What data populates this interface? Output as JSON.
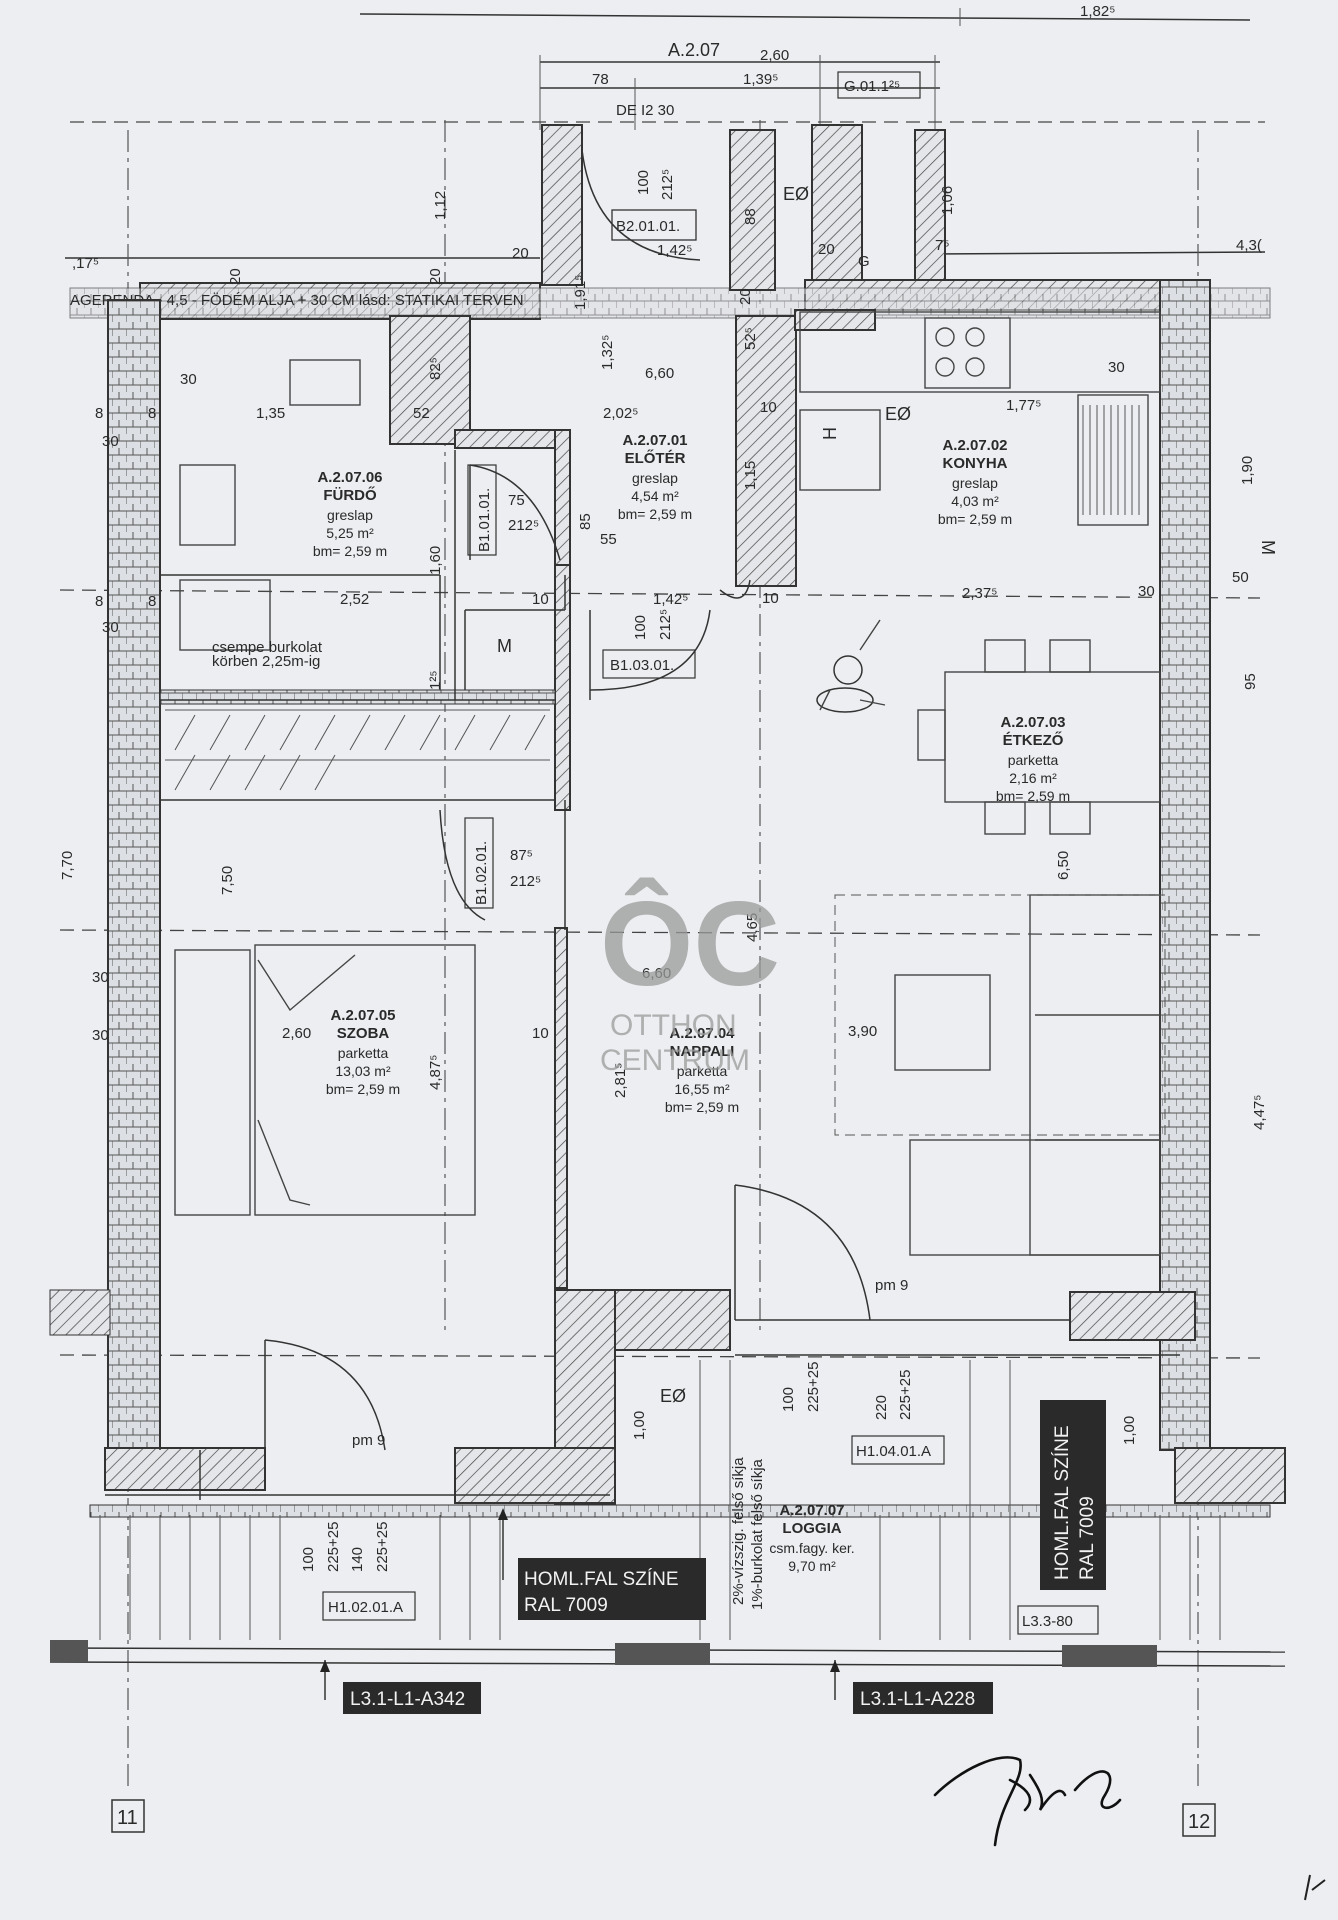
{
  "plan_title": "A.2.07",
  "top_dims": {
    "overall_right": "1,82⁵",
    "total_width": "2,60",
    "left_seg": "78",
    "mid_seg": "1,39⁵",
    "right_label": "G.01.1²⁵",
    "de": "DE I2 30",
    "left_edge": ",17⁵",
    "right_edge": "4,3("
  },
  "beam_note": "AGERENDA - 4,5 - FÖDÉM ALJA + 30 CM lásd: STATIKAI TERVEN",
  "rooms": [
    {
      "id": "A.2.07.06",
      "name": "FÜRDŐ",
      "floor": "greslap",
      "area": "5,25 m²",
      "height": "bm= 2,59 m"
    },
    {
      "id": "A.2.07.01",
      "name": "ELŐTÉR",
      "floor": "greslap",
      "area": "4,54 m²",
      "height": "bm= 2,59 m"
    },
    {
      "id": "A.2.07.02",
      "name": "KONYHA",
      "floor": "greslap",
      "area": "4,03 m²",
      "height": "bm= 2,59 m"
    },
    {
      "id": "A.2.07.03",
      "name": "ÉTKEZŐ",
      "floor": "parketta",
      "area": "2,16 m²",
      "height": "bm= 2,59 m"
    },
    {
      "id": "A.2.07.05",
      "name": "SZOBA",
      "floor": "parketta",
      "area": "13,03 m²",
      "height": "bm= 2,59 m"
    },
    {
      "id": "A.2.07.04",
      "name": "NAPPALI",
      "floor": "parketta",
      "area": "16,55 m²",
      "height": "bm= 2,59 m"
    },
    {
      "id": "A.2.07.07",
      "name": "LOGGIA",
      "floor": "csm.fagy. ker.",
      "area": "9,70 m²",
      "height": ""
    }
  ],
  "door_tags": [
    "B2.01.01.",
    "B1.01.01.",
    "B1.03.01.",
    "B1.02.01."
  ],
  "window_tags": [
    "H1.04.01.A",
    "H1.02.01.A",
    "L3.3-80"
  ],
  "callouts": [
    {
      "line1": "HOML.FAL SZÍNE",
      "line2": "RAL 7009"
    },
    {
      "line1": "HOML.FAL SZÍNE",
      "line2": "RAL 7009"
    }
  ],
  "bottom_tags": [
    "L3.1-L1-A342",
    "L3.1-L1-A228"
  ],
  "grid_axes": [
    "11",
    "12"
  ],
  "notes": {
    "tile_note_1": "csempe burkolat",
    "tile_note_2": "körben 2,25m-ig",
    "loggia_slope_1": "2%-vízszig. felső síkja",
    "loggia_slope_2": "1%-burkolat felső síkja",
    "eo_1": "EØ",
    "eo_2": "EØ",
    "eo_3": "EØ",
    "pm_1": "pm 9",
    "pm_2": "pm 9",
    "m_1": "M",
    "m_2": "M",
    "h": "H",
    "g": "G"
  },
  "dims": {
    "d100_top": "100",
    "d212_top": "212⁵",
    "d142_top": "1,42⁵",
    "d112": "1,12",
    "d20a": "20",
    "d20b": "20",
    "d20c": "20",
    "d20d": "20",
    "d20e": "20",
    "d88": "88",
    "d106": "1,06",
    "d75": "7⁵",
    "d191": "1,91⁵",
    "d132": "1,32⁵",
    "d660_top": "6,60",
    "d525": "52⁵",
    "d825": "82⁵",
    "d135": "1,35",
    "d30_a": "30",
    "d30_b": "30",
    "d30_c": "30",
    "d30_d": "30",
    "d30_e": "30",
    "d30_f": "30",
    "d30_g": "30",
    "d52": "52",
    "d202": "2,02⁵",
    "d177": "1,77⁵",
    "d10_a": "10",
    "d10_b": "10",
    "d10_c": "10",
    "d10_d": "10",
    "d85": "85",
    "d115": "1,15",
    "d55": "55",
    "d75b": "75",
    "d2125b": "212⁵",
    "d160": "1,60",
    "d252": "2,52",
    "d142b": "1,42⁵",
    "d100b": "100",
    "d2125c": "212⁵",
    "d237": "2,37⁵",
    "d125": "1²⁵",
    "d95": "95",
    "d8_a": "8",
    "d8_b": "8",
    "d8_c": "8",
    "d8_d": "8",
    "d190": "1,90",
    "d50": "50",
    "d770": "7,70",
    "d750": "7,50",
    "d875": "87⁵",
    "d2125d": "212⁵",
    "d650": "6,50",
    "d660_mid": "6,60",
    "d465": "4,65",
    "d260": "2,60",
    "d487": "4,87⁵",
    "d281": "2,81⁵",
    "d390": "3,90",
    "d447": "4,47⁵",
    "d100c": "1,00",
    "d100d": "1,00",
    "d100e": "100",
    "d225a": "225+25",
    "d220": "220",
    "d225b": "225+25",
    "d100f": "100",
    "d225c": "225+25",
    "d140": "140",
    "d225d": "225+25"
  },
  "watermark": {
    "mark": "ÔC",
    "line1": "OTTHON",
    "line2": "CENTRUM"
  }
}
